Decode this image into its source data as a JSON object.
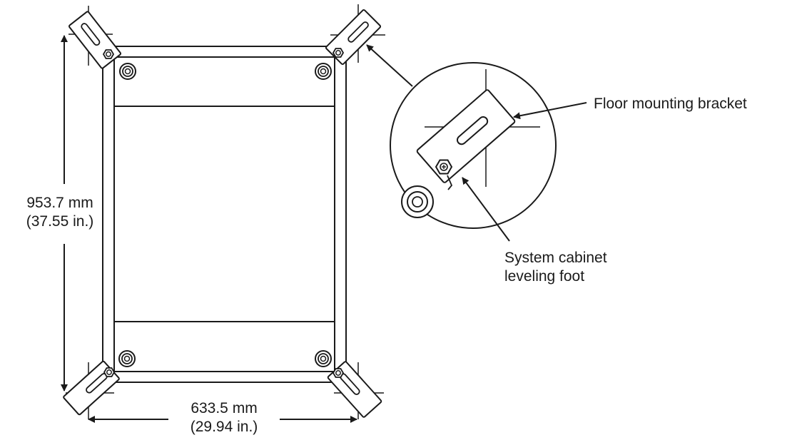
{
  "dimensions": {
    "height": {
      "metric": "953.7 mm",
      "imperial": "(37.55 in.)"
    },
    "width": {
      "metric": "633.5 mm",
      "imperial": "(29.94 in.)"
    }
  },
  "callouts": {
    "bracket": "Floor mounting bracket",
    "foot_line1": "System cabinet",
    "foot_line2": "leveling foot"
  },
  "colors": {
    "ink": "#1a1a1a",
    "background": "#ffffff"
  }
}
